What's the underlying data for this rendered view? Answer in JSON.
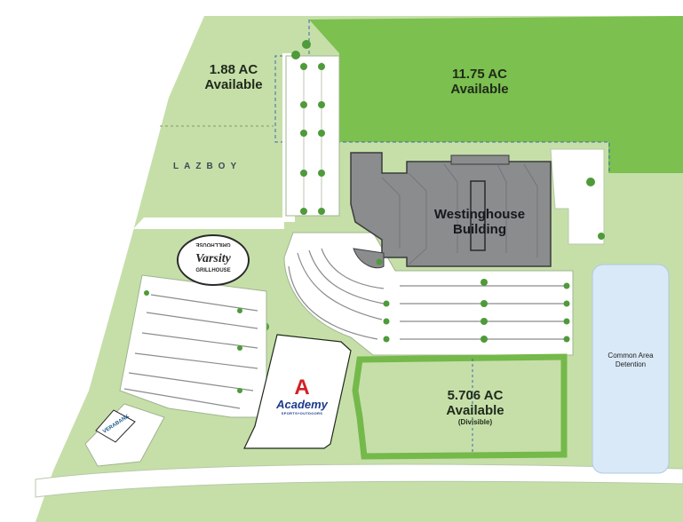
{
  "parcels": [
    {
      "id": "north-west",
      "acreage": "1.88 AC",
      "status": "Available"
    },
    {
      "id": "north-east",
      "acreage": "11.75 AC",
      "status": "Available"
    },
    {
      "id": "south",
      "acreage": "5.706 AC",
      "status": "Available",
      "note": "(Divisible)"
    }
  ],
  "buildings": {
    "westinghouse": "Westinghouse Building",
    "detention_line1": "Common Area",
    "detention_line2": "Detention"
  },
  "logos": {
    "lazboy": "LAZBOY",
    "varsity": "Varsity",
    "grillhouse": "GRILLHOUSE",
    "academy": "Academy",
    "academy_sub": "SPORTS+OUTDOORS",
    "academy_letter": "A",
    "verabank": "VERABANK"
  },
  "colors": {
    "available_parcel": "#7cc04f",
    "existing_land": "#c6dfa9",
    "building": "#8a8c8e",
    "detention_water": "#d9e9f7",
    "pavement": "#ffffff"
  }
}
